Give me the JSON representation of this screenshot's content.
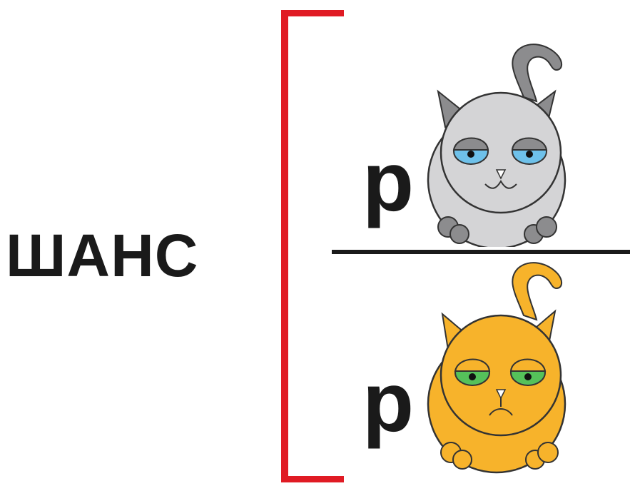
{
  "word": "ШАНС",
  "numerator": {
    "letter": "p",
    "cat": "gray-cat-icon"
  },
  "denominator": {
    "letter": "p",
    "cat": "orange-cat-icon"
  },
  "colors": {
    "bracket": "#e01b24",
    "text": "#1a1a1a",
    "gray_cat": "#d4d4d6",
    "gray_cat_tail": "#8c8c8e",
    "gray_cat_eyes": "#6ec1ea",
    "orange_cat": "#f7b32b",
    "orange_cat_eyes": "#55c15a"
  }
}
